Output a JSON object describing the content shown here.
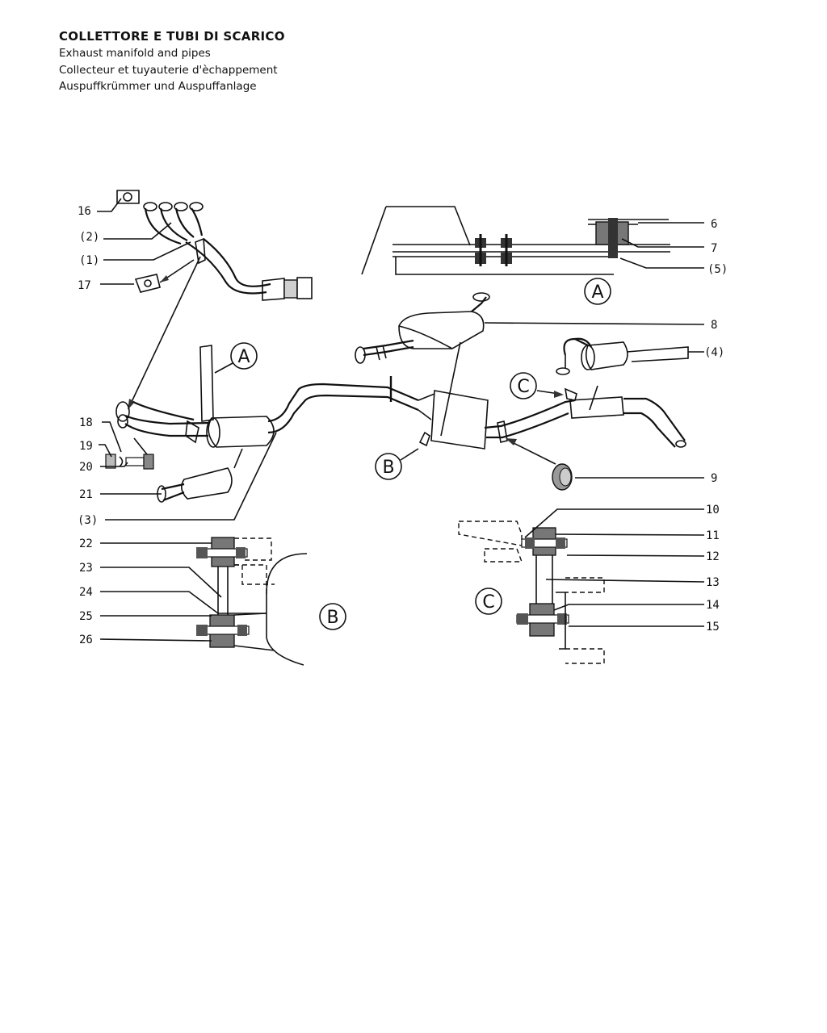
{
  "header": {
    "title": "COLLETTORE E TUBI DI SCARICO",
    "lines": [
      "Exhaust manifold and pipes",
      "Collecteur et tuyauterie d'èchappement",
      "Auspuffkrümmer und Auspuffanlage"
    ]
  },
  "labels": {
    "l16": "16",
    "l2": "(2)",
    "l1": "(1)",
    "l17": "17",
    "l6": "6",
    "l7": "7",
    "l5": "(5)",
    "l8": "8",
    "l4": "(4)",
    "l18": "18",
    "l19": "19",
    "l20": "20",
    "l21": "21",
    "l3": "(3)",
    "l9": "9",
    "l10": "10",
    "l11": "11",
    "l12": "12",
    "l13": "13",
    "l14": "14",
    "l15": "15",
    "l22": "22",
    "l23": "23",
    "l24": "24",
    "l25": "25",
    "l26": "26"
  },
  "callouts": {
    "a_top": "A",
    "a_mid": "A",
    "b_mid": "B",
    "c_mid": "C",
    "b_detail": "B",
    "c_detail": "C"
  }
}
